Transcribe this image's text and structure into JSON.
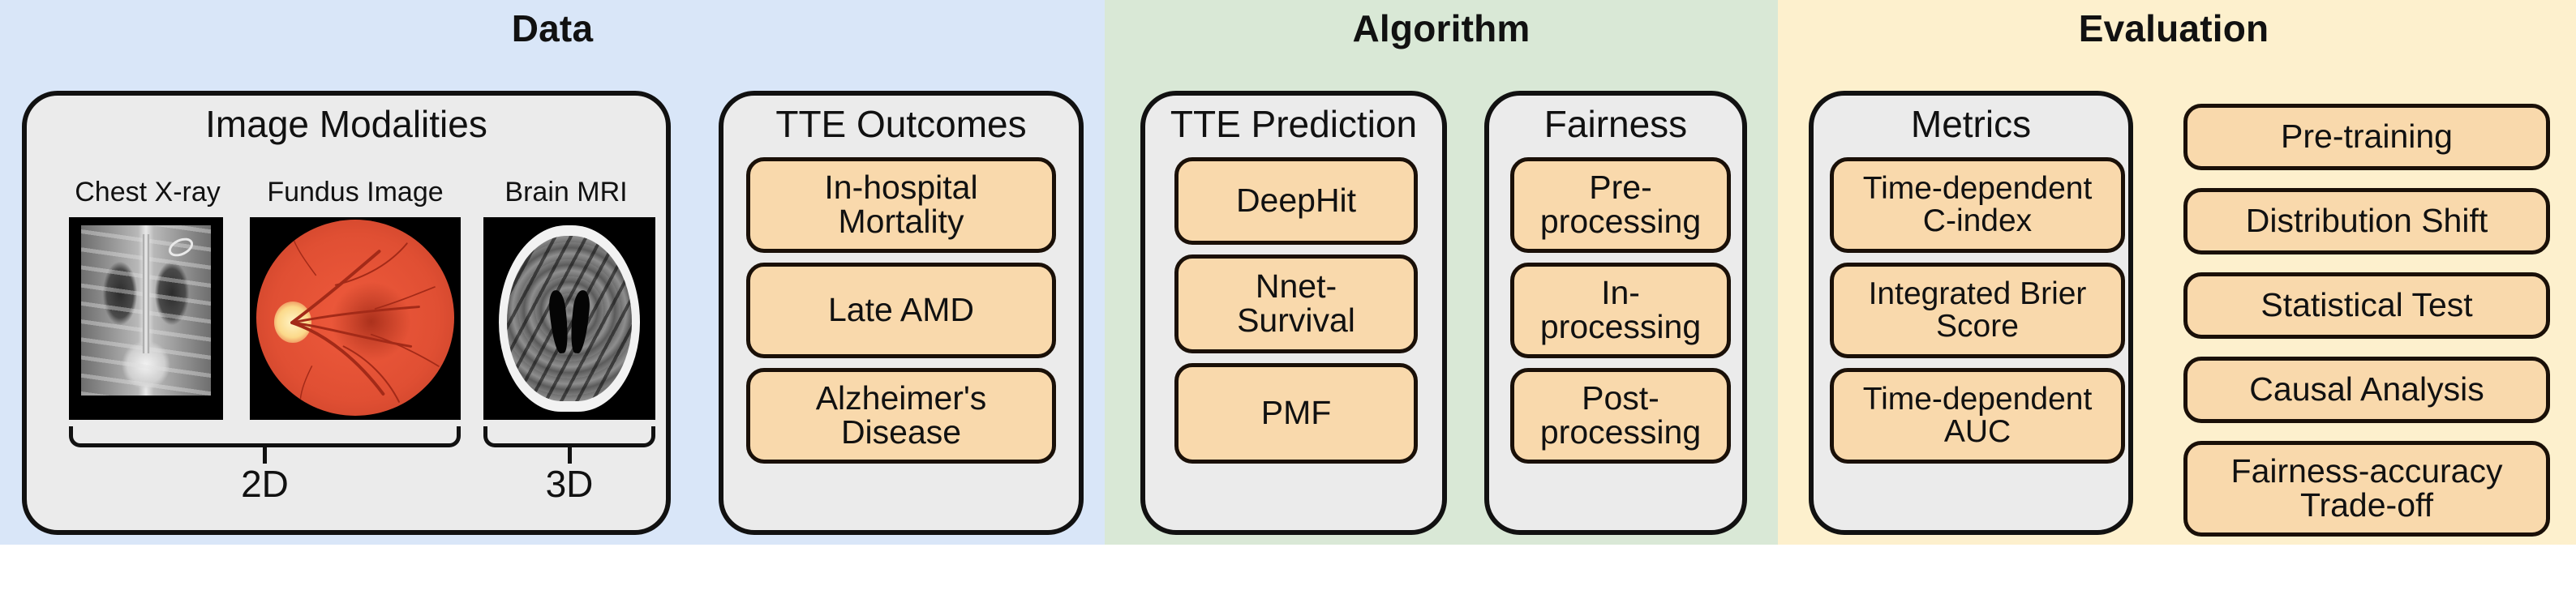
{
  "colors": {
    "data_panel_bg": "#d9e6f8",
    "algorithm_panel_bg": "#d9e8d6",
    "evaluation_panel_bg": "#fdf0cd",
    "group_bg": "#ebebeb",
    "pill_bg": "#f9d9ac",
    "outline": "#111111"
  },
  "sections": {
    "data": {
      "title": "Data"
    },
    "algorithm": {
      "title": "Algorithm"
    },
    "evaluation": {
      "title": "Evaluation"
    }
  },
  "image_modalities": {
    "title": "Image Modalities",
    "items": [
      {
        "caption": "Chest X-ray",
        "icon": "chest-xray-image"
      },
      {
        "caption": "Fundus Image",
        "icon": "fundus-image"
      },
      {
        "caption": "Brain MRI",
        "icon": "brain-mri-image"
      }
    ],
    "dimension_labels": [
      {
        "label": "2D",
        "covers": "Chest X-ray, Fundus Image"
      },
      {
        "label": "3D",
        "covers": "Brain MRI"
      }
    ]
  },
  "tte_outcomes": {
    "title": "TTE Outcomes",
    "items": [
      {
        "lines": [
          "In-hospital",
          "Mortality"
        ]
      },
      {
        "lines": [
          "Late AMD"
        ]
      },
      {
        "lines": [
          "Alzheimer's",
          "Disease"
        ]
      }
    ]
  },
  "tte_prediction": {
    "title": "TTE Prediction",
    "items": [
      {
        "lines": [
          "DeepHit"
        ]
      },
      {
        "lines": [
          "Nnet-",
          "Survival"
        ]
      },
      {
        "lines": [
          "PMF"
        ]
      }
    ]
  },
  "fairness": {
    "title": "Fairness",
    "items": [
      {
        "lines": [
          "Pre-",
          "processing"
        ]
      },
      {
        "lines": [
          "In-",
          "processing"
        ]
      },
      {
        "lines": [
          "Post-",
          "processing"
        ]
      }
    ]
  },
  "metrics": {
    "title": "Metrics",
    "items": [
      {
        "lines": [
          "Time-dependent",
          "C-index"
        ]
      },
      {
        "lines": [
          "Integrated Brier",
          "Score"
        ]
      },
      {
        "lines": [
          "Time-dependent",
          "AUC"
        ]
      }
    ]
  },
  "evaluation_aspects": {
    "items": [
      {
        "lines": [
          "Pre-training"
        ]
      },
      {
        "lines": [
          "Distribution Shift"
        ]
      },
      {
        "lines": [
          "Statistical Test"
        ]
      },
      {
        "lines": [
          "Causal Analysis"
        ]
      },
      {
        "lines": [
          "Fairness-accuracy",
          "Trade-off"
        ]
      }
    ]
  }
}
